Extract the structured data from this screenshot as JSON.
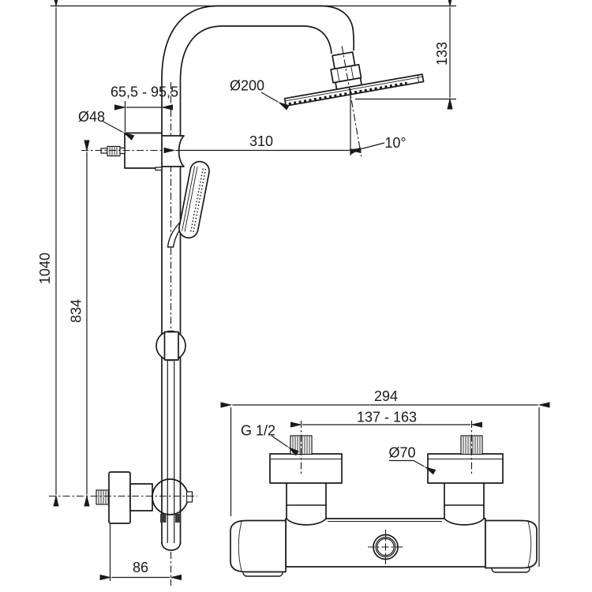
{
  "drawing": {
    "type": "technical-dimension-drawing",
    "subject": "shower-system-with-thermostatic-mixer",
    "labels": {
      "overall_height": "1040",
      "rail_height": "834",
      "wall_distance_range": "65,5 - 95,5",
      "bracket_diameter": "Ø48",
      "head_diameter": "Ø200",
      "arm_projection": "310",
      "head_drop_height": "133",
      "head_angle": "10°",
      "bracket_offset": "86",
      "mixer_overall_width": "294",
      "connection_spacing": "137 - 163",
      "thread_size": "G 1/2",
      "escutcheon_diameter": "Ø70"
    },
    "colors": {
      "line": "#1a1a1a",
      "background": "#ffffff"
    }
  }
}
